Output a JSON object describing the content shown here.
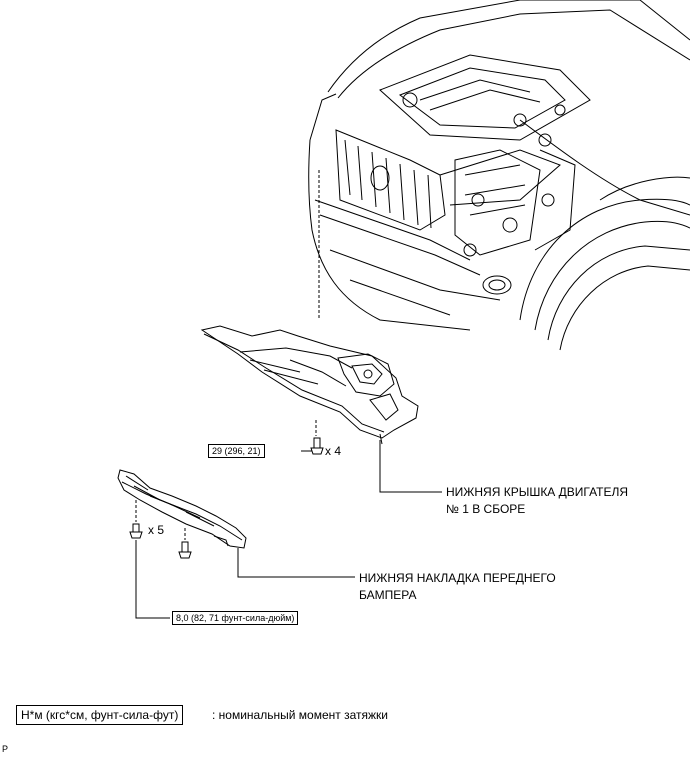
{
  "parts": {
    "engine_cover": {
      "line1": "НИЖНЯЯ КРЫШКА ДВИГАТЕЛЯ",
      "line2": "№ 1 В СБОРЕ"
    },
    "bumper_cover": {
      "line1": "НИЖНЯЯ НАКЛАДКА ПЕРЕДНЕГО",
      "line2": "БАМПЕРА"
    }
  },
  "torques": {
    "engine_cover_bolts": "29 (296, 21)",
    "bumper_bolts": "8,0 (82, 71 фунт-сила-дюйм)"
  },
  "quantities": {
    "engine_cover": "x 4",
    "bumper": "x 5"
  },
  "legend": {
    "unit": "Н*м (кгс*см, фунт-сила-фут)",
    "description": ": номинальный момент затяжки"
  },
  "figure_code": "P"
}
